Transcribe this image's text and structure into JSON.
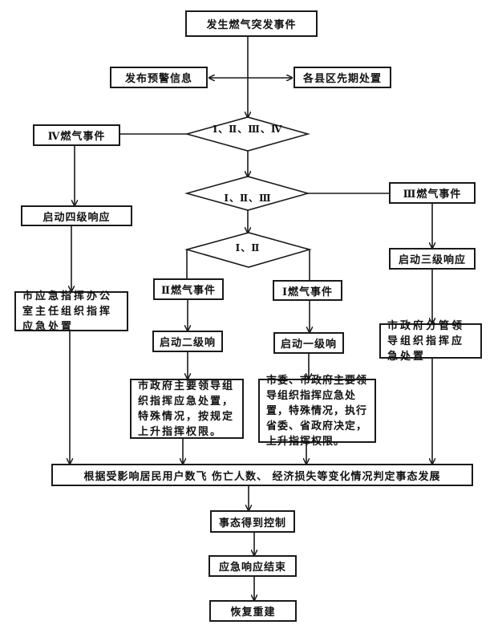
{
  "nodes": {
    "start": "发生燃气突发事件",
    "warning": "发布预警信息",
    "county": "各县区先期处置",
    "d1": "Ⅰ、Ⅱ、Ⅲ、Ⅳ",
    "ev4": "Ⅳ燃气事件",
    "d2": "Ⅰ、Ⅱ、Ⅲ",
    "ev3": "Ⅲ燃气事件",
    "resp4": "启动四级响应",
    "d3": "Ⅰ、Ⅱ",
    "resp3": "启动三级响应",
    "ev2": "Ⅱ燃气事件",
    "ev1": "Ⅰ燃气事件",
    "cmd4": "市应急指挥办公室主任组织指挥应急处置",
    "resp2": "启动二级响",
    "resp1": "启动一级响",
    "cmd3": "市政府分管领导组织指挥应急处置",
    "cmd2": "市政府主要领导组织指挥应急处置，特殊情况，按规定上升指挥权限。",
    "cmd1": "市委、市政府主要领导组织指挥应急处置，特殊情况，执行省委、省政府决定，上升指挥权限。",
    "assess": "根据受影响居民用户数飞 伤亡人数、 经济损失等变化情况判定事态发展",
    "controlled": "事态得到控制",
    "end": "应急响应结束",
    "rebuild": "恢复重建"
  }
}
